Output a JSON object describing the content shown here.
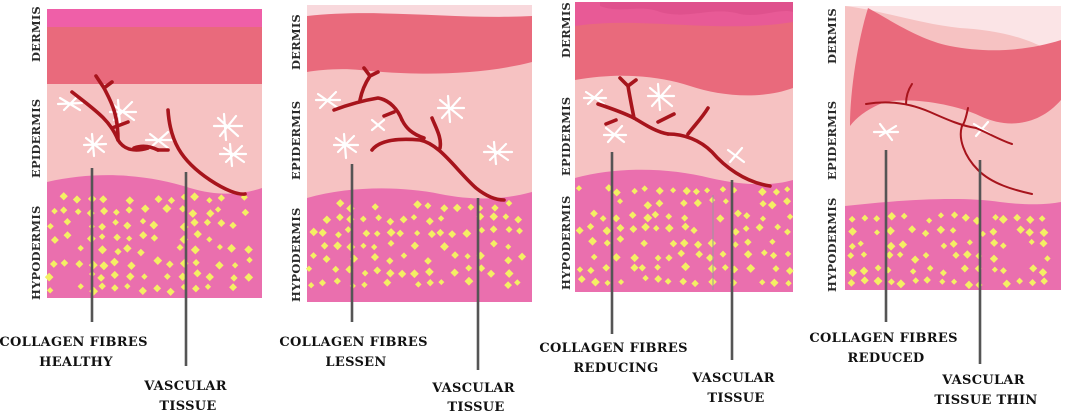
{
  "colors": {
    "dermis_dark": "#e96a7c",
    "dermis_top": "#ef5fa8",
    "epidermis": "#f6c2c2",
    "hypodermis": "#ea6fae",
    "fat": "#f4ef63",
    "vessel": "#a7141c",
    "collagen": "#ffffff",
    "pointer": "#555555"
  },
  "layers": {
    "dermis": "DERMIS",
    "epidermis": "EPIDERMIS",
    "hypodermis": "HYPODERMIS"
  },
  "panels": [
    {
      "stage": "healthy",
      "collagen_label": [
        "COLLAGEN FIBRES",
        "HEALTHY"
      ],
      "vascular_label": [
        "VASCULAR",
        "TISSUE"
      ]
    },
    {
      "stage": "lessen",
      "collagen_label": [
        "COLLAGEN FIBRES",
        "LESSEN"
      ],
      "vascular_label": [
        "VASCULAR",
        "TISSUE"
      ]
    },
    {
      "stage": "reducing",
      "collagen_label": [
        "COLLAGEN FIBRES",
        "REDUCING"
      ],
      "vascular_label": [
        "VASCULAR",
        "TISSUE"
      ]
    },
    {
      "stage": "reduced",
      "collagen_label": [
        "COLLAGEN FIBRES",
        "REDUCED"
      ],
      "vascular_label": [
        "VASCULAR",
        "TISSUE THIN"
      ]
    }
  ]
}
